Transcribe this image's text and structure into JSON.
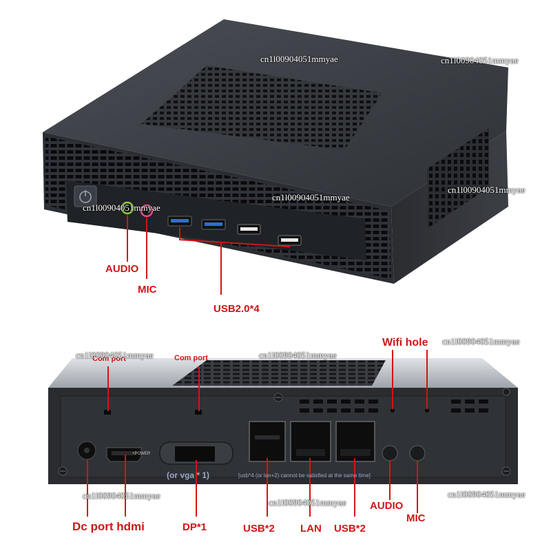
{
  "front_view": {
    "labels": {
      "audio": "AUDIO",
      "mic": "MIC",
      "usb": "USB2.0*4"
    },
    "ports": [
      "power-button",
      "audio-jack",
      "mic-jack",
      "usb-port",
      "usb-port",
      "usb-port",
      "usb-port"
    ]
  },
  "rear_view": {
    "labels": {
      "com_port_left": "Com port",
      "com_port_right": "Com port",
      "wifi_hole": "Wifi hole",
      "vga_note": "(or vga * 1)",
      "usb_note": "[usb*4 (or lan+2) cannot be satisfied at the same time]",
      "dc_hdmi": "Dc port hdmi",
      "dp": "DP*1",
      "usb_left": "USB*2",
      "lan": "LAN",
      "usb_right": "USB*2",
      "audio": "AUDIO",
      "mic": "MIC"
    },
    "power_marking": "+POWER"
  },
  "watermarks": [
    "cn1l00904051mmyae",
    "cn1l00904051mmyae",
    "cn1l00904051mmyae",
    "cn1l00904051mmyae",
    "cn1l00904051mmyae",
    "cn1l00904051mmyae",
    "cn1l00904051mmyae",
    "cn1l00904051mmyae",
    "cn1l00904051mmyae",
    "cn1l00904051mmyae",
    "cn1l00904051mmyae"
  ],
  "colors": {
    "label_red": "#d21414",
    "case_dark": "#2c2f33",
    "case_top": "#3a3d42",
    "vent": "#0c0c0e",
    "usb3_blue": "#2a6fd6",
    "audio_green": "#8fd13a",
    "mic_pink": "#e0508c"
  }
}
